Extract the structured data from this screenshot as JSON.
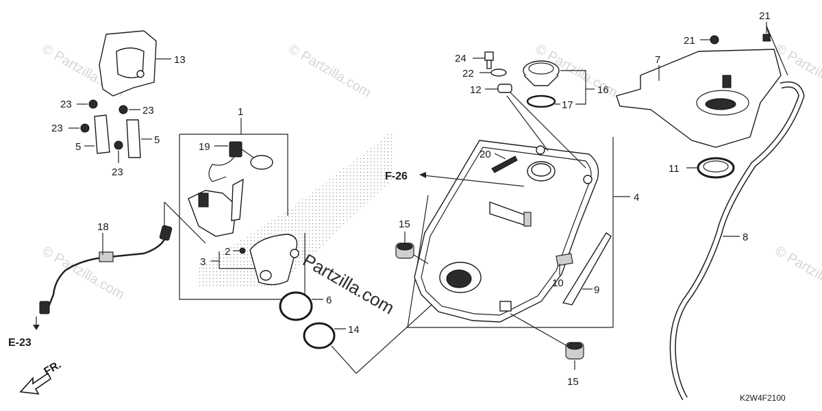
{
  "callouts": {
    "n1": "1",
    "n2": "2",
    "n3": "3",
    "n4": "4",
    "n5a": "5",
    "n5b": "5",
    "n6": "6",
    "n7": "7",
    "n8": "8",
    "n9": "9",
    "n10": "10",
    "n11": "11",
    "n12": "12",
    "n13": "13",
    "n14": "14",
    "n15a": "15",
    "n15b": "15",
    "n16": "16",
    "n17": "17",
    "n18": "18",
    "n19": "19",
    "n20": "20",
    "n21a": "21",
    "n21b": "21",
    "n22": "22",
    "n23a": "23",
    "n23b": "23",
    "n23c": "23",
    "n23d": "23",
    "n24": "24"
  },
  "references": {
    "f26": "F-26",
    "e23": "E-23",
    "fr": "FR."
  },
  "watermark": {
    "text": "© Partzilla.com",
    "center": "Partzilla.com"
  },
  "diagram_code": "K2W4F2100"
}
